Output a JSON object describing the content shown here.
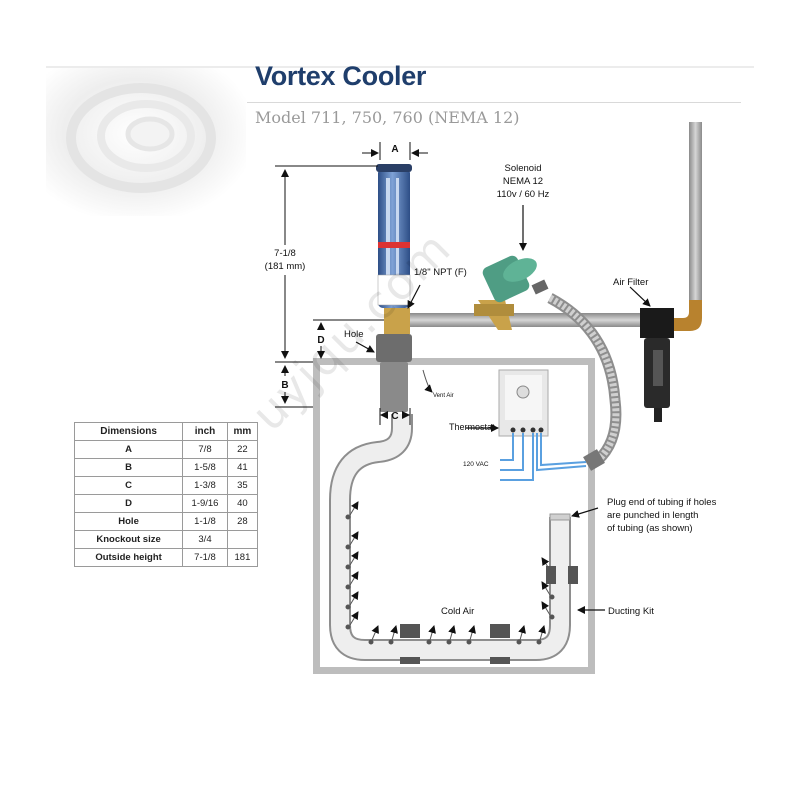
{
  "header": {
    "title": "Vortex Cooler",
    "subtitle": "Model 711, 750, 760 (NEMA 12)"
  },
  "colors": {
    "title": "#1f3e6c",
    "cabinet_frame": "#bdbdbd",
    "cooler_body": "#3a5f9a",
    "brass": "#c9a24a",
    "solenoid": "#4f9d84",
    "wiring": "#5aa0e0"
  },
  "labels": {
    "dim_a": "A",
    "dim_b": "B",
    "dim_c": "C",
    "dim_d": "D",
    "height_line1": "7-1/8",
    "height_line2": "(181 mm)",
    "npt": "1/8\" NPT (F)",
    "hole": "Hole",
    "vent_air": "Vent Air",
    "solenoid_line1": "Solenoid",
    "solenoid_line2": "NEMA 12",
    "solenoid_line3": "110v / 60 Hz",
    "air_filter": "Air Filter",
    "thermostat": "Thermostat",
    "vac": "120 VAC",
    "plug_line1": "Plug end of tubing if holes",
    "plug_line2": "are punched in length",
    "plug_line3": "of tubing (as shown)",
    "ducting_kit": "Ducting Kit",
    "cold_air": "Cold Air"
  },
  "dimension_table": {
    "headers": [
      "Dimensions",
      "inch",
      "mm"
    ],
    "rows": [
      [
        "A",
        "7/8",
        "22"
      ],
      [
        "B",
        "1-5/8",
        "41"
      ],
      [
        "C",
        "1-3/8",
        "35"
      ],
      [
        "D",
        "1-9/16",
        "40"
      ],
      [
        "Hole",
        "1-1/8",
        "28"
      ],
      [
        "Knockout size",
        "3/4",
        ""
      ],
      [
        "Outside height",
        "7-1/8",
        "181"
      ]
    ]
  },
  "watermark": "uyjqu.com"
}
